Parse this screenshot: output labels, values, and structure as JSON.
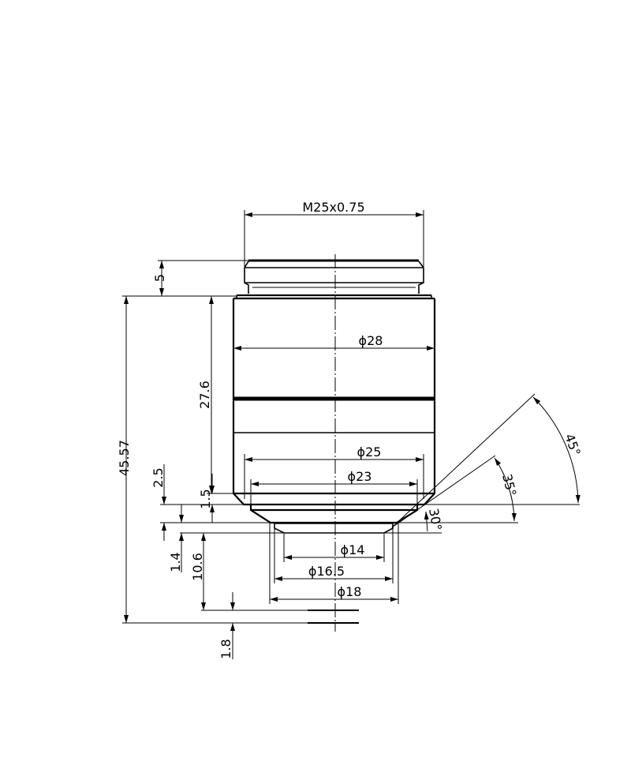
{
  "drawing": {
    "thread_label": "M25x0.75",
    "diameters": {
      "d28": "ϕ28",
      "d25": "ϕ25",
      "d23": "ϕ23",
      "d14": "ϕ14",
      "d16_5": "ϕ16.5",
      "d18": "ϕ18"
    },
    "lengths": {
      "thread_height": "5",
      "total_length": "45.57",
      "body_length": "27.6",
      "dim_2_5": "2.5",
      "dim_1_5": "1.5",
      "dim_1_4": "1.4",
      "dim_10_6": "10.6",
      "dim_1_8": "1.8"
    },
    "angles": {
      "a45": "45°",
      "a35": "35°",
      "a30": "30°"
    }
  }
}
